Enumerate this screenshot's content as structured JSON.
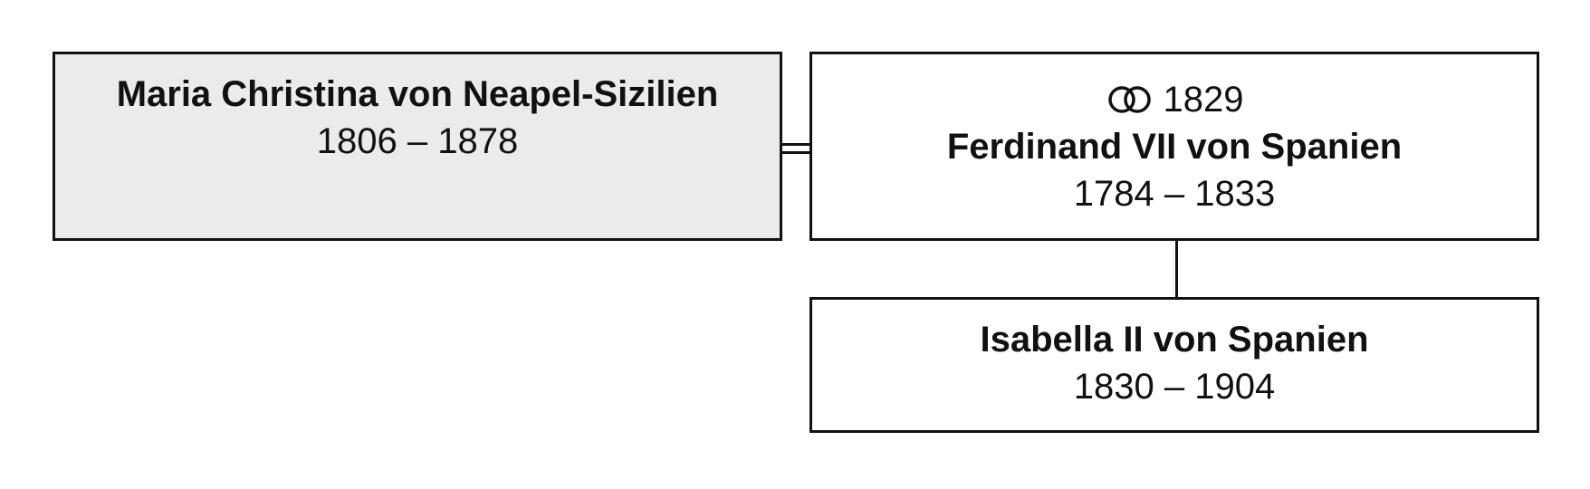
{
  "persons": {
    "mother": {
      "name": "Maria Christina von Neapel-Sizilien",
      "years": "1806 – 1878"
    },
    "father": {
      "marriage_year": "1829",
      "name": "Ferdinand VII von Spanien",
      "years": "1784 – 1833"
    },
    "child": {
      "name": "Isabella II von Spanien",
      "years": "1830 – 1904"
    }
  },
  "icons": {
    "marriage": "wedding-rings-icon"
  }
}
